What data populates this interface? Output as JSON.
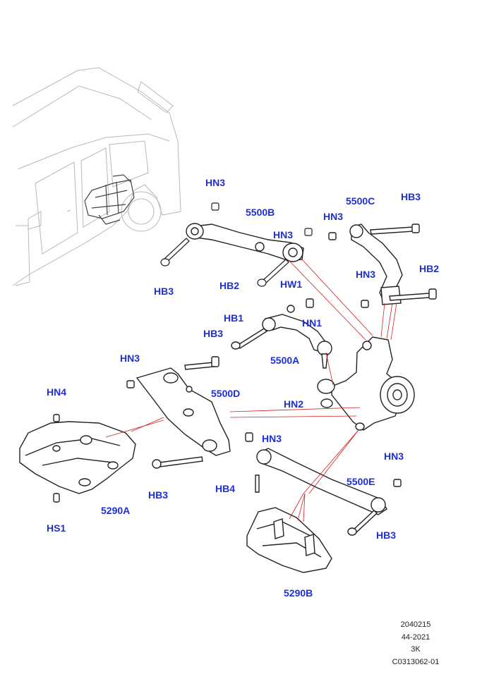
{
  "callouts": {
    "hn3_a": "HN3",
    "b5500": "5500B",
    "hn3_b": "HN3",
    "hb3_a": "HB3",
    "hb2_a": "HB2",
    "c5500": "5500C",
    "hb3_b": "HB3",
    "hn3_c": "HN3",
    "hn3_d": "HN3",
    "hb2_b": "HB2",
    "hw1": "HW1",
    "hn1": "HN1",
    "hb1": "HB1",
    "hb3_c": "HB3",
    "a5500": "5500A",
    "hn3_e": "HN3",
    "d5500": "5500D",
    "hn4": "HN4",
    "hn2": "HN2",
    "hn3_f": "HN3",
    "hn3_g": "HN3",
    "hb3_d": "HB3",
    "hb4": "HB4",
    "e5500": "5500E",
    "a5290": "5290A",
    "hb3_e": "HB3",
    "hs1": "HS1",
    "b5290": "5290B"
  },
  "footer": {
    "line1": "2040215",
    "line2": "44-2021",
    "line3": "3K",
    "line4": "C0313062-01"
  },
  "colors": {
    "label": "#1e2fd8",
    "leader": "#d21f1f",
    "outline": "#222222",
    "vehicle": "#b8b8b8"
  }
}
